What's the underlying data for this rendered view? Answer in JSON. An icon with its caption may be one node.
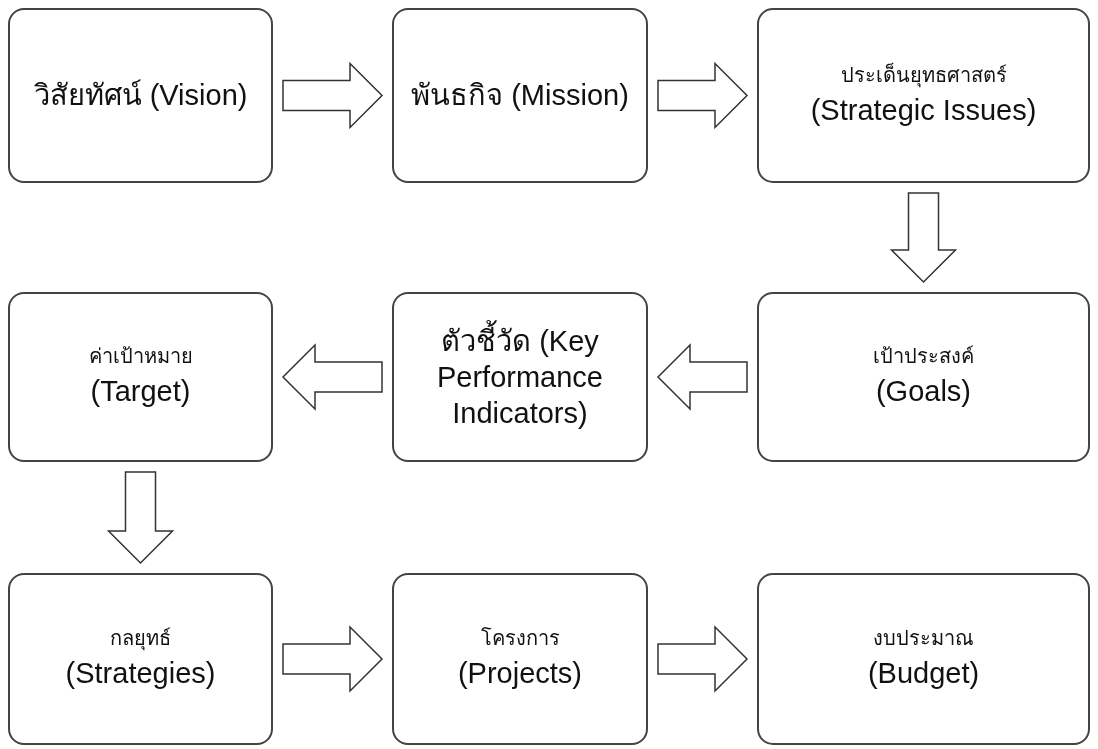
{
  "diagram": {
    "nodes": [
      {
        "text": [
          "วิสัยทัศน์ (Vision)"
        ]
      },
      {
        "text": [
          "พันธกิจ (Mission)"
        ]
      },
      {
        "text": [
          "ประเด็นยุทธศาสตร์",
          "(Strategic Issues)"
        ]
      },
      {
        "text": [
          "ค่าเป้าหมาย",
          "(Target)"
        ]
      },
      {
        "text": [
          "ตัวชี้วัด (Key Performance Indicators)"
        ]
      },
      {
        "text": [
          "เป้าประสงค์",
          "(Goals)"
        ]
      },
      {
        "text": [
          "กลยุทธ์",
          "(Strategies)"
        ]
      },
      {
        "text": [
          "โครงการ",
          "(Projects)"
        ]
      },
      {
        "text": [
          "งบประมาณ",
          "(Budget)"
        ]
      }
    ],
    "edges": [
      {
        "from": 0,
        "to": 1,
        "arrow": "to"
      },
      {
        "from": 1,
        "to": 2,
        "arrow": "to"
      },
      {
        "from": 2,
        "to": 5,
        "arrow": "to"
      },
      {
        "from": 5,
        "to": 4,
        "arrow": "to"
      },
      {
        "from": 4,
        "to": 3,
        "arrow": "to"
      },
      {
        "from": 3,
        "to": 6,
        "arrow": "to"
      },
      {
        "from": 6,
        "to": 7,
        "arrow": "to"
      },
      {
        "from": 7,
        "to": 8,
        "arrow": "to"
      }
    ]
  }
}
